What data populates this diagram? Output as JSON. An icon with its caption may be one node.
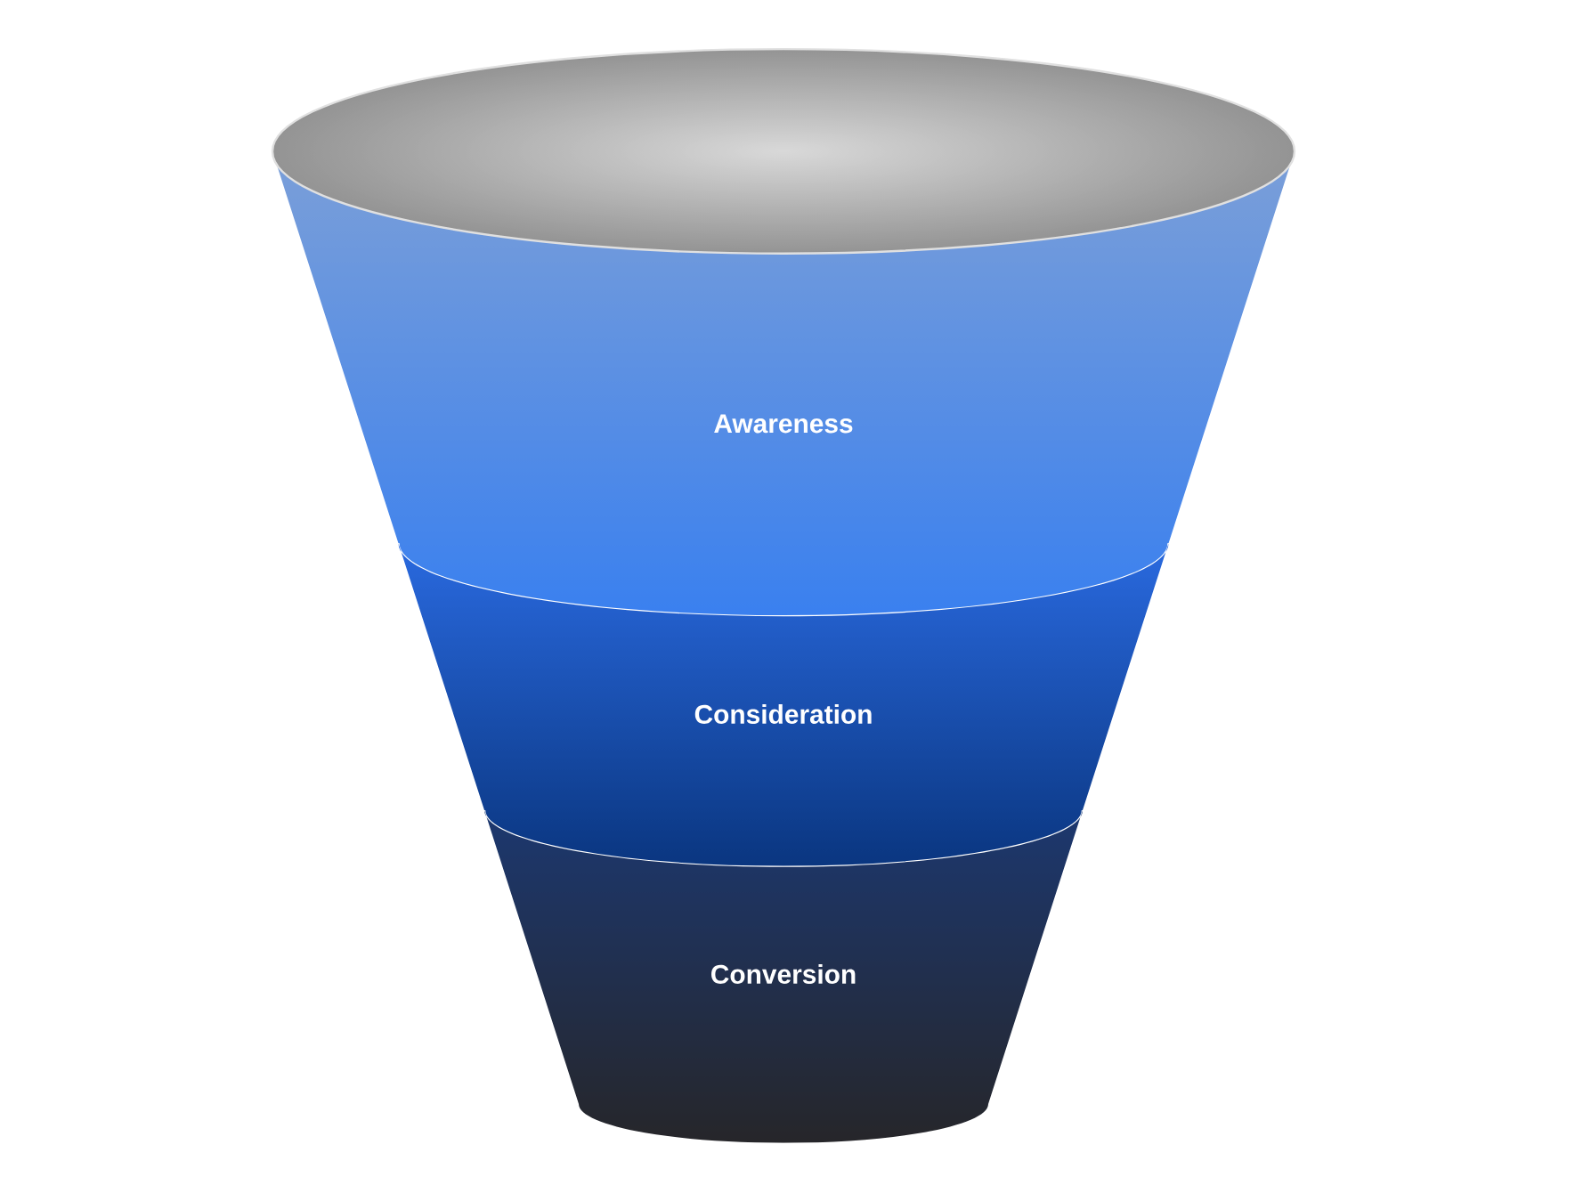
{
  "diagram": {
    "nodes": [
      {
        "text": [
          "Awareness"
        ]
      },
      {
        "text": [
          "Consideration"
        ]
      },
      {
        "text": [
          "Conversion"
        ]
      }
    ]
  }
}
